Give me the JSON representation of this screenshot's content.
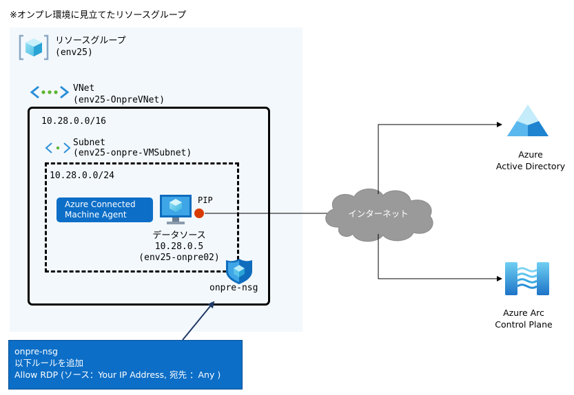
{
  "heading": "※オンプレ環境に見立てたリソースグループ",
  "resource_group": {
    "line1": "リソースグループ",
    "line2": "(env25)"
  },
  "vnet": {
    "line1": "VNet",
    "line2": "(env25-OnpreVNet)",
    "cidr": "10.28.0.0/16"
  },
  "subnet": {
    "line1": "Subnet",
    "line2": "(env25-onpre-VMSubnet)",
    "cidr": "10.28.0.0/24"
  },
  "agent": {
    "line1": "Azure Connected",
    "line2": "Machine Agent"
  },
  "pip": "PIP",
  "vm": {
    "line1": "データソース",
    "line2": "10.28.0.5",
    "line3": "(env25-onpre02)"
  },
  "nsg": {
    "label": "onpre-nsg"
  },
  "internet": "インターネット",
  "aad": {
    "line1": "Azure",
    "line2": "Active Directory"
  },
  "arc": {
    "line1": "Azure Arc",
    "line2": "Control Plane"
  },
  "callout": {
    "line1": "onpre-nsg",
    "line2": "以下ルールを追加",
    "line3": "Allow RDP (ソース：Your IP Address, 宛先 ：Any )"
  },
  "colors": {
    "accent": "#0c6ec7",
    "background_panel": "#f3f8fc",
    "pip_dot": "#d83b01",
    "cloud": "#9a9a9a"
  },
  "icons": [
    "resource-group-icon",
    "vnet-icon",
    "subnet-icon",
    "vm-icon",
    "nsg-shield-icon",
    "internet-cloud-icon",
    "azure-ad-icon",
    "azure-arc-icon"
  ]
}
